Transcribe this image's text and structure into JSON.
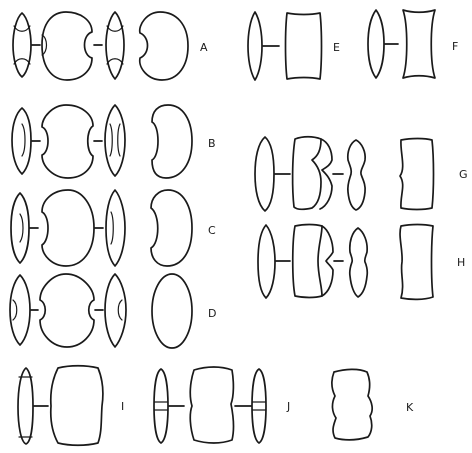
{
  "figure": {
    "labels": {
      "A": "A",
      "B": "B",
      "C": "C",
      "D": "D",
      "E": "E",
      "F": "F",
      "G": "G",
      "H": "H",
      "I": "I",
      "J": "J",
      "K": "K"
    }
  }
}
